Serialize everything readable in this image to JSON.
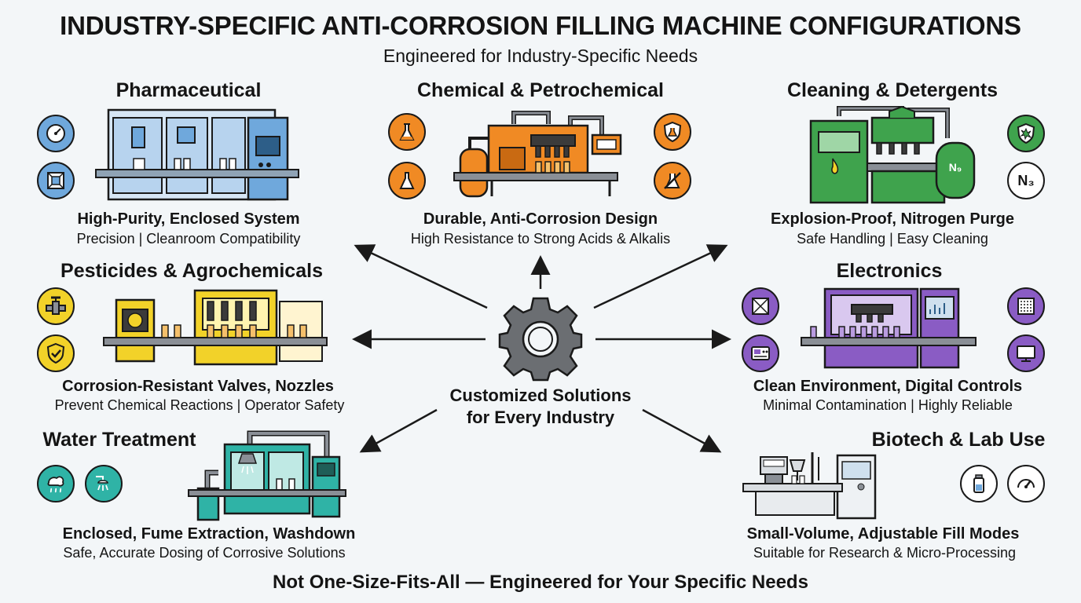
{
  "title": "INDUSTRY-SPECIFIC ANTI-CORROSION FILLING MACHINE CONFIGURATIONS",
  "subtitle": "Engineered for Industry-Specific Needs",
  "center": {
    "line1": "Customized Solutions",
    "line2": "for Every Industry"
  },
  "footer": "Not One-Size-Fits-All — Engineered for Your Specific Needs",
  "colors": {
    "pharmaceutical": "#6fa8dc",
    "chemical": "#f08a24",
    "cleaning": "#3fa34d",
    "pesticides": "#f2d229",
    "electronics": "#8a5cc4",
    "water": "#2fb3a6",
    "biotech": "#d9dde1",
    "gear": "#6b6e72"
  },
  "panels": {
    "pharmaceutical": {
      "title": "Pharmaceutical",
      "feature": "High-Purity, Enclosed System",
      "desc": "Precision | Cleanroom Compatibility",
      "icons": [
        "pressure-gauge-icon",
        "cleanroom-window-icon"
      ]
    },
    "chemical": {
      "title": "Chemical & Petrochemical",
      "feature": "Durable, Anti-Corrosion Design",
      "desc": "High Resistance to Strong Acids & Alkalis",
      "icons": [
        "flask-icon",
        "beaker-icon",
        "shield-flask-icon",
        "no-acid-icon"
      ]
    },
    "cleaning": {
      "title": "Cleaning & Detergents",
      "feature": "Explosion-Proof, Nitrogen Purge",
      "desc": "Safe Handling | Easy Cleaning",
      "icons": [
        "explosion-proof-icon",
        "nitrogen-icon"
      ],
      "tank_label": "N₉",
      "n_label": "N₃"
    },
    "pesticides": {
      "title": "Pesticides & Agrochemicals",
      "feature": "Corrosion-Resistant Valves, Nozzles",
      "desc": "Prevent Chemical Reactions | Operator Safety",
      "icons": [
        "valve-icon",
        "safety-shield-icon"
      ]
    },
    "electronics": {
      "title": "Electronics",
      "feature": "Clean Environment, Digital Controls",
      "desc": "Minimal Contamination | Highly Reliable",
      "icons": [
        "clean-chamber-icon",
        "control-panel-icon",
        "filter-mesh-icon",
        "monitor-icon"
      ]
    },
    "water": {
      "title": "Water Treatment",
      "feature": "Enclosed, Fume Extraction, Washdown",
      "desc": "Safe, Accurate Dosing of Corrosive Solutions",
      "icons": [
        "fume-extraction-icon",
        "washdown-shower-icon"
      ]
    },
    "biotech": {
      "title": "Biotech & Lab Use",
      "feature": "Small-Volume, Adjustable Fill Modes",
      "desc": "Suitable for Research & Micro-Processing",
      "icons": [
        "vial-icon",
        "gauge-icon"
      ]
    }
  }
}
